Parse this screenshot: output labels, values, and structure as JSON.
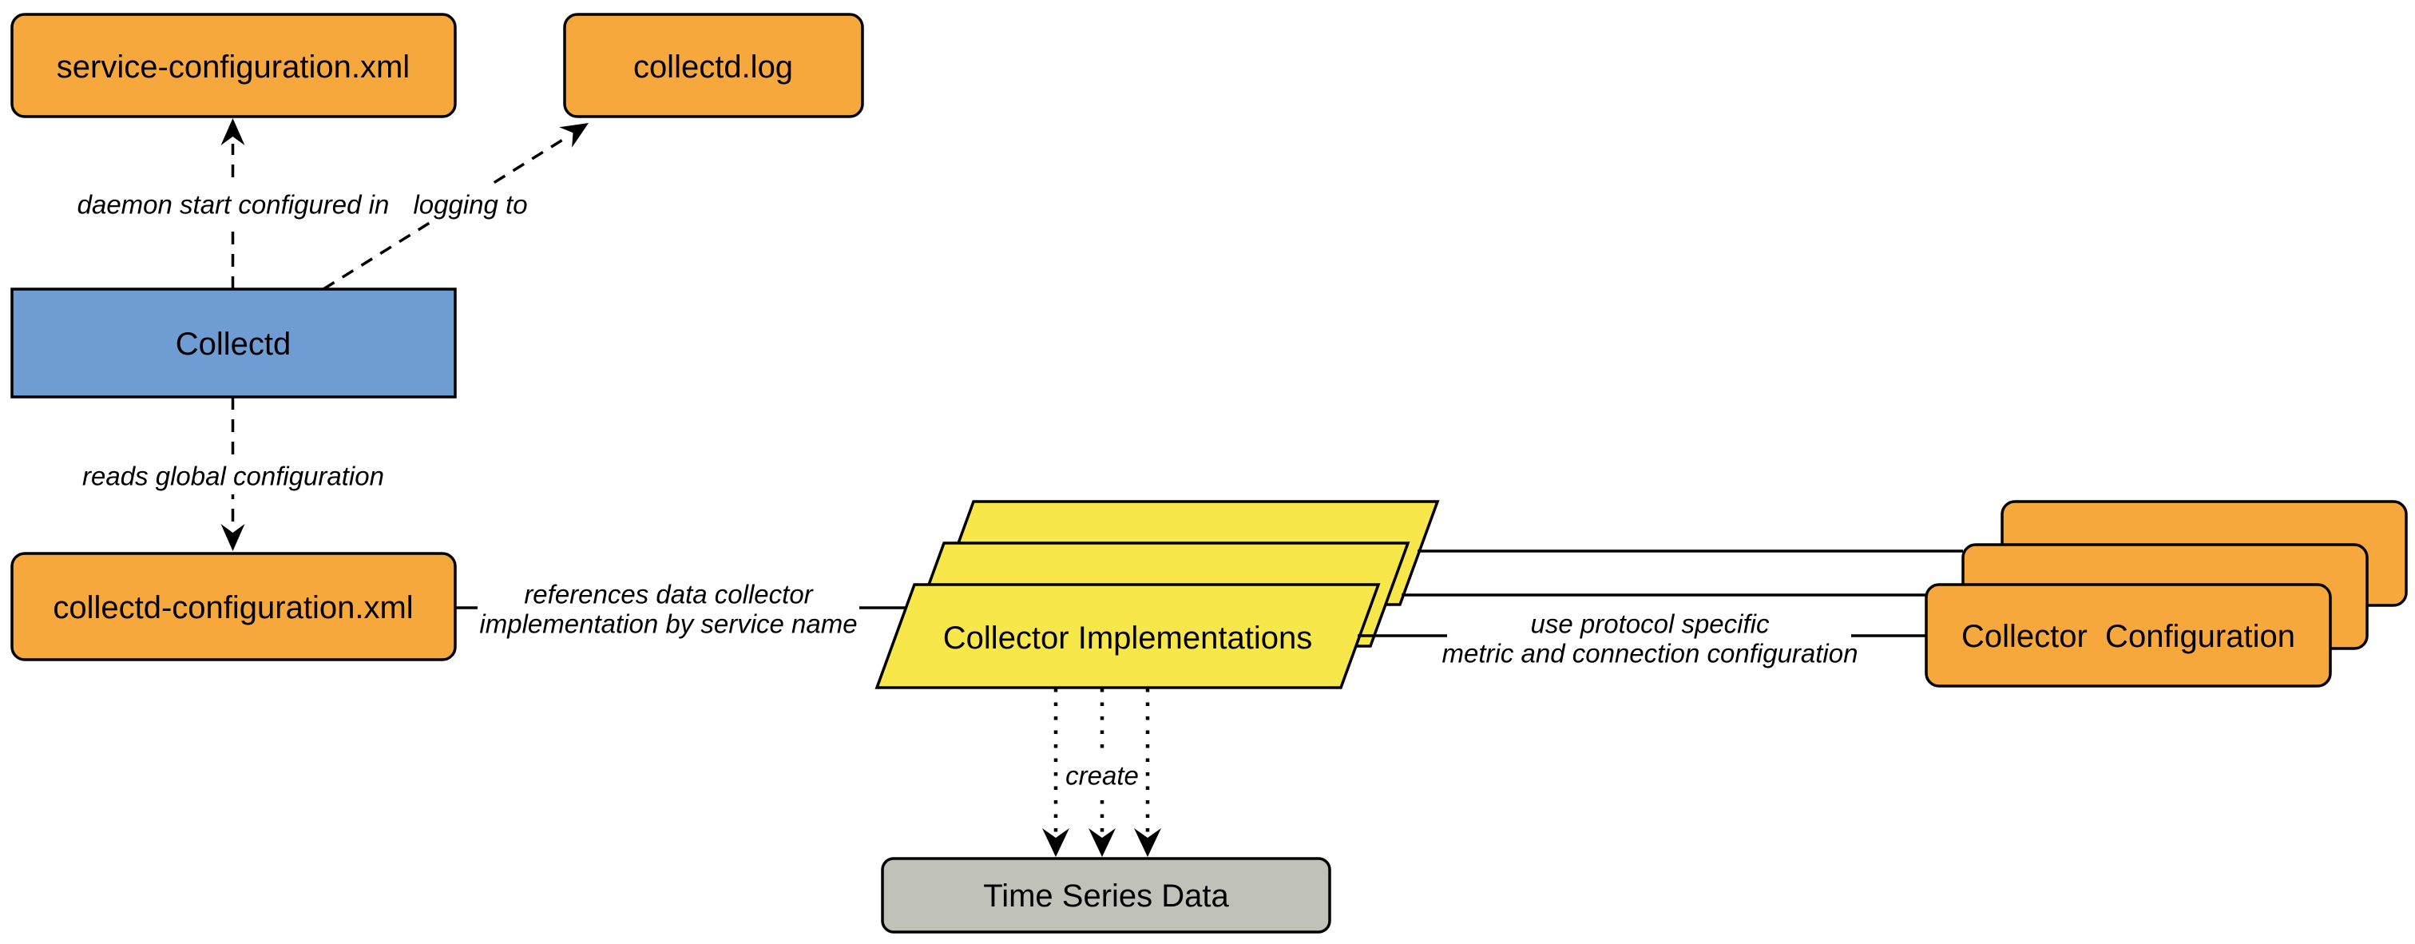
{
  "colors": {
    "orange": "#F7A83D",
    "yellow": "#F8E74B",
    "blue": "#6F9CD2",
    "gray": "#C0C1B9",
    "line": "#000000",
    "background": "#ffffff"
  },
  "nodes": {
    "service_configuration": {
      "label": "service-configuration.xml"
    },
    "collectd_log": {
      "label": "collectd.log"
    },
    "collectd": {
      "label": "Collectd"
    },
    "collectd_configuration": {
      "label": "collectd-configuration.xml"
    },
    "collector_implementations": {
      "label": "Collector Implementations"
    },
    "collector_configuration": {
      "label": "Collector  Configuration"
    },
    "time_series_data": {
      "label": "Time Series Data"
    }
  },
  "edges": {
    "daemon_start": {
      "label": "daemon start configured in"
    },
    "logging_to": {
      "label": "logging to"
    },
    "reads_global": {
      "label": "reads global configuration"
    },
    "references": {
      "line1": "references data collector",
      "line2": "implementation by service name"
    },
    "use_protocol": {
      "line1": "use protocol specific",
      "line2": "metric and connection configuration"
    },
    "create": {
      "label": "create"
    }
  }
}
